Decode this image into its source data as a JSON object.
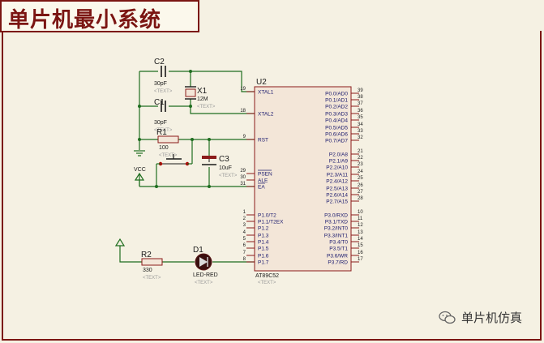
{
  "title": "单片机最小系统",
  "watermark": "单片机仿真",
  "chip": {
    "ref": "U2",
    "part": "AT89C52",
    "text_tag": "<TEXT>",
    "left_pins": [
      {
        "num": "19",
        "name": "XTAL1"
      },
      {
        "num": "18",
        "name": "XTAL2"
      },
      {
        "num": "9",
        "name": "RST"
      },
      {
        "num": "29",
        "name": "PSEN"
      },
      {
        "num": "30",
        "name": "ALE"
      },
      {
        "num": "31",
        "name": "EA"
      },
      {
        "num": "1",
        "name": "P1.0/T2"
      },
      {
        "num": "2",
        "name": "P1.1/T2EX"
      },
      {
        "num": "3",
        "name": "P1.2"
      },
      {
        "num": "4",
        "name": "P1.3"
      },
      {
        "num": "5",
        "name": "P1.4"
      },
      {
        "num": "6",
        "name": "P1.5"
      },
      {
        "num": "7",
        "name": "P1.6"
      },
      {
        "num": "8",
        "name": "P1.7"
      }
    ],
    "right_pins": [
      {
        "num": "39",
        "name": "P0.0/AD0"
      },
      {
        "num": "38",
        "name": "P0.1/AD1"
      },
      {
        "num": "37",
        "name": "P0.2/AD2"
      },
      {
        "num": "36",
        "name": "P0.3/AD3"
      },
      {
        "num": "35",
        "name": "P0.4/AD4"
      },
      {
        "num": "34",
        "name": "P0.5/AD5"
      },
      {
        "num": "33",
        "name": "P0.6/AD6"
      },
      {
        "num": "32",
        "name": "P0.7/AD7"
      },
      {
        "num": "21",
        "name": "P2.0/A8"
      },
      {
        "num": "22",
        "name": "P2.1/A9"
      },
      {
        "num": "23",
        "name": "P2.2/A10"
      },
      {
        "num": "24",
        "name": "P2.3/A11"
      },
      {
        "num": "25",
        "name": "P2.4/A12"
      },
      {
        "num": "26",
        "name": "P2.5/A13"
      },
      {
        "num": "27",
        "name": "P2.6/A14"
      },
      {
        "num": "28",
        "name": "P2.7/A15"
      },
      {
        "num": "10",
        "name": "P3.0/RXD"
      },
      {
        "num": "11",
        "name": "P3.1/TXD"
      },
      {
        "num": "12",
        "name": "P3.2/INT0"
      },
      {
        "num": "13",
        "name": "P3.3/INT1"
      },
      {
        "num": "14",
        "name": "P3.4/T0"
      },
      {
        "num": "15",
        "name": "P3.5/T1"
      },
      {
        "num": "16",
        "name": "P3.6/WR"
      },
      {
        "num": "17",
        "name": "P3.7/RD"
      }
    ]
  },
  "components": {
    "c2": {
      "ref": "C2",
      "value": "30pF",
      "tag": "<TEXT>"
    },
    "c1": {
      "ref": "C1",
      "value": "30pF",
      "tag": "<TEXT>"
    },
    "x1": {
      "ref": "X1",
      "value": "12M",
      "tag": "<TEXT>"
    },
    "r1": {
      "ref": "R1",
      "value": "100",
      "tag": "<TEXT>"
    },
    "c3": {
      "ref": "C3",
      "value": "10uF",
      "tag": "<TEXT>"
    },
    "r2": {
      "ref": "R2",
      "value": "330",
      "tag": "<TEXT>"
    },
    "d1": {
      "ref": "D1",
      "value": "LED-RED",
      "tag": "<TEXT>"
    },
    "vcc": {
      "label": "VCC"
    }
  },
  "colors": {
    "frame": "#7b1512",
    "wire": "#1f6e1f",
    "body": "#f3e6d8",
    "body_stroke": "#8b1a1a",
    "pin": "#8b1a1a",
    "label": "#1a1a6e",
    "tag": "#9a9a9a"
  }
}
